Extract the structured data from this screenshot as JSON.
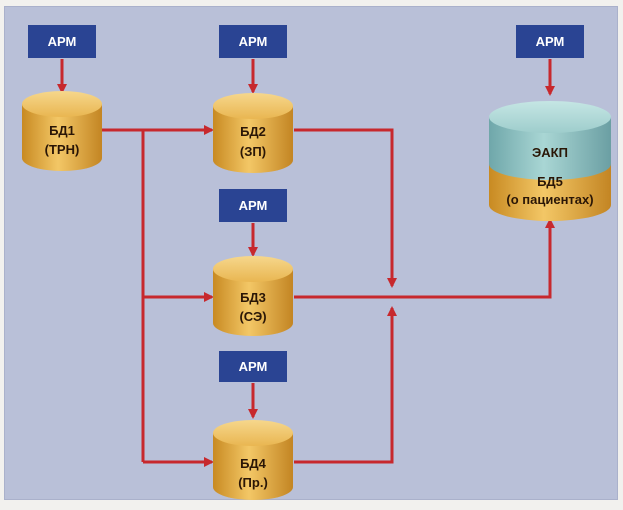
{
  "arm_label": "АРМ",
  "databases": {
    "db1": {
      "name": "БД1",
      "sub": "(ТРН)"
    },
    "db2": {
      "name": "БД2",
      "sub": "(ЗП)"
    },
    "db3": {
      "name": "БД3",
      "sub": "(СЭ)"
    },
    "db4": {
      "name": "БД4",
      "sub": "(Пр.)"
    },
    "db5": {
      "top_label": "ЭАКП",
      "name": "БД5",
      "sub": "(о пациентах)"
    }
  },
  "colors": {
    "background": "#b9c0d8",
    "arm_box": "#2a4493",
    "arrow": "#c7282d",
    "db_gold": "#e6b048",
    "db_teal": "#8fc2c2"
  }
}
